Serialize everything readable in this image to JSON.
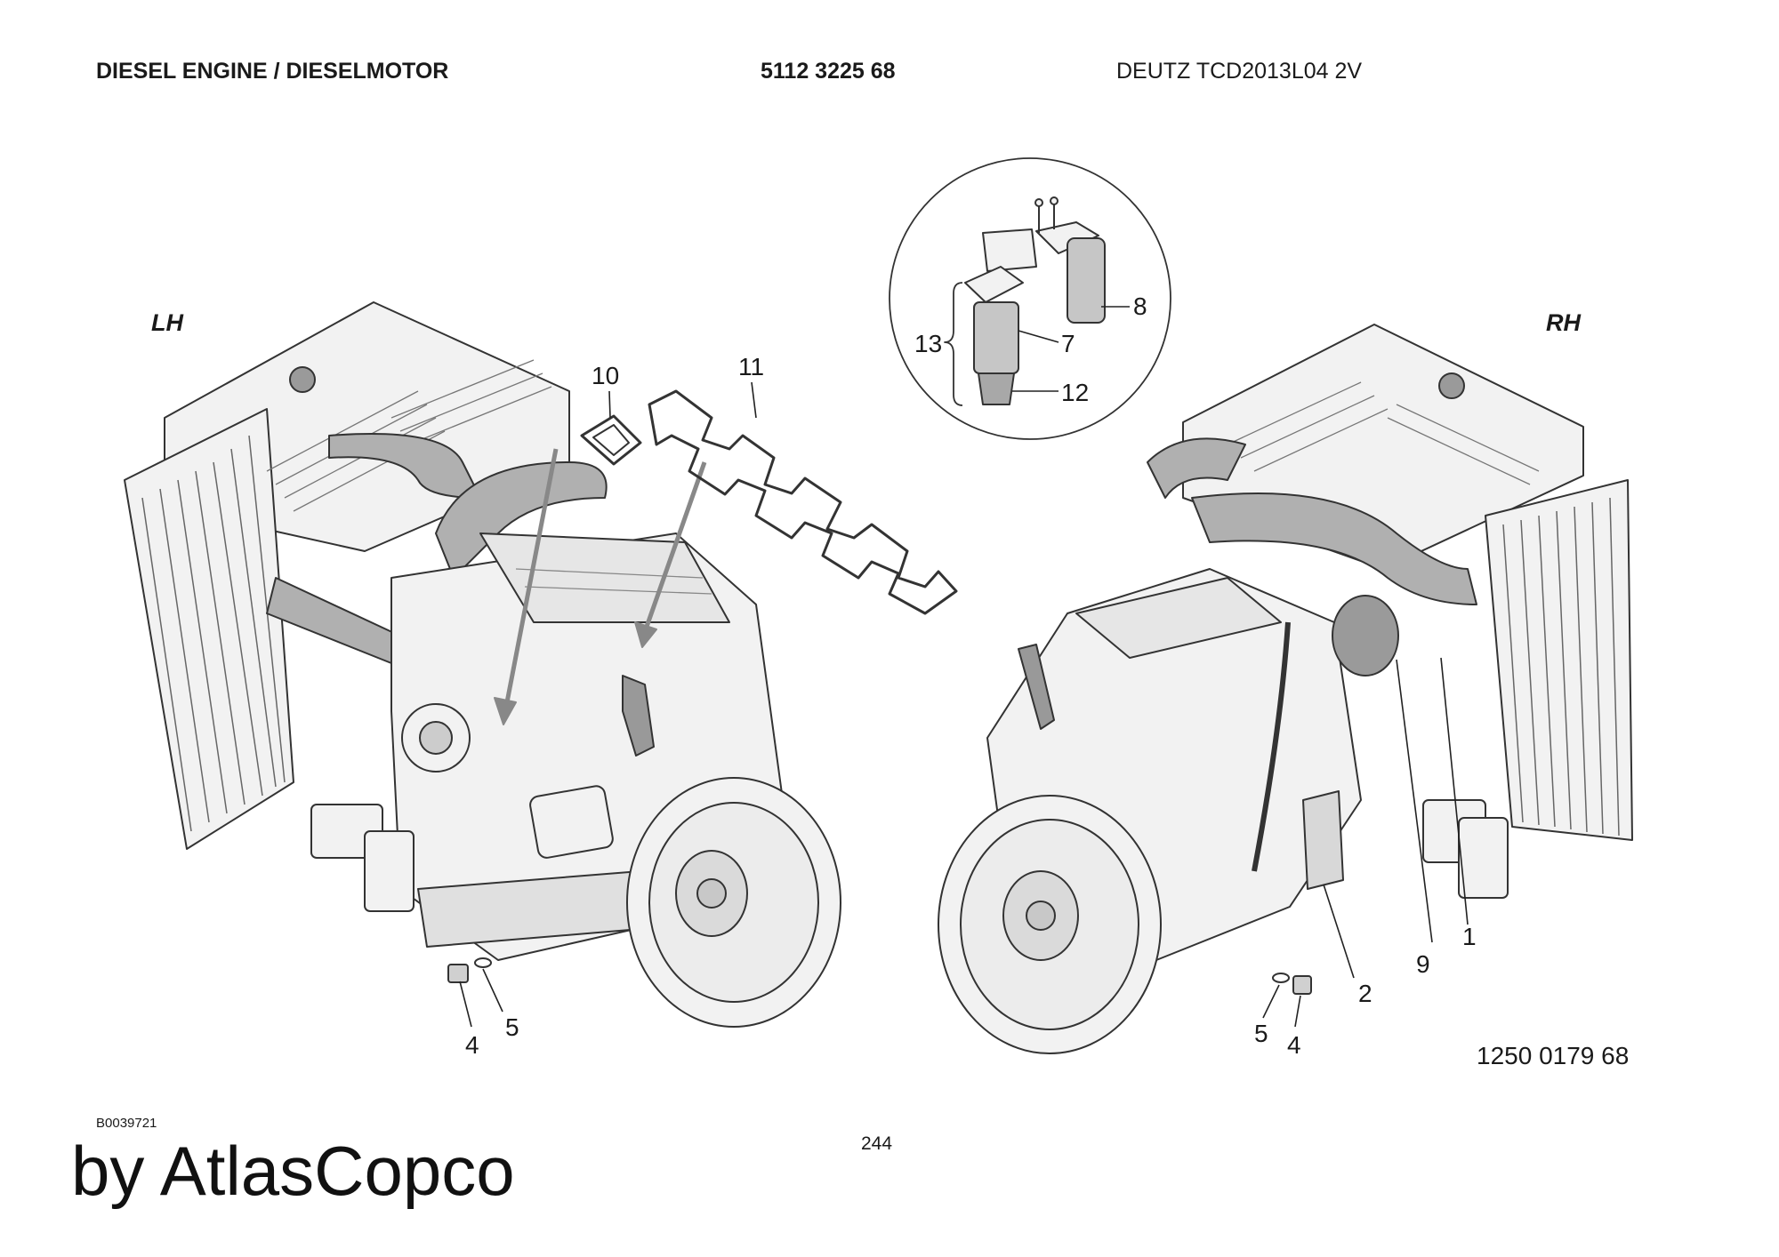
{
  "header": {
    "title": "DIESEL ENGINE / DIESELMOTOR",
    "part_number": "5112 3225 68",
    "model": "DEUTZ TCD2013L04 2V"
  },
  "views": {
    "left_label": "LH",
    "right_label": "RH"
  },
  "callouts": {
    "c1": "1",
    "c2": "2",
    "c4a": "4",
    "c4b": "4",
    "c5a": "5",
    "c5b": "5",
    "c7": "7",
    "c8": "8",
    "c9": "9",
    "c10": "10",
    "c11": "11",
    "c12": "12",
    "c13": "13"
  },
  "drawing_number": "1250 0179 68",
  "document_id": "B0039721",
  "page_number": "244",
  "watermark": "by AtlasCopco",
  "colors": {
    "line": "#333333",
    "fill": "#f2f2f2",
    "shade": "#a8a8a8"
  }
}
